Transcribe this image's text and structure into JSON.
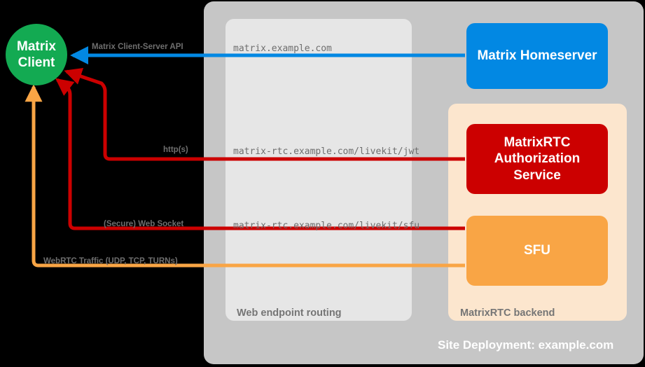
{
  "diagram": {
    "background_color": "#000000",
    "title_bar": {
      "deployment_label": "Site Deployment: example.com"
    },
    "panels": [
      {
        "name": "site-deployment",
        "label": "",
        "color": "#c6c6c6"
      },
      {
        "name": "web-endpoint-routing",
        "label": "Web endpoint routing",
        "color": "#e6e6e6"
      },
      {
        "name": "matrixrtc-backend",
        "label": "MatrixRTC backend",
        "color": "#fce6ce"
      }
    ],
    "nodes": [
      {
        "id": "matrix-client",
        "label": "Matrix\nClient",
        "line1": "Matrix",
        "line2": "Client",
        "shape": "circle",
        "color": "#13aa52"
      },
      {
        "id": "matrix-homeserver",
        "label": "Matrix Homeserver",
        "shape": "rect",
        "color": "#0288e3"
      },
      {
        "id": "matrixrtc-authorization-service",
        "label": "MatrixRTC\nAuthorization\nService",
        "line1": "MatrixRTC",
        "line2": "Authorization",
        "line3": "Service",
        "shape": "rect",
        "color": "#cc0000"
      },
      {
        "id": "sfu",
        "label": "SFU",
        "shape": "rect",
        "color": "#f9a545"
      }
    ],
    "edges": [
      {
        "id": "matrix-client-server-api",
        "protocol_label": "Matrix Client-Server API",
        "endpoint": "matrix.example.com",
        "color": "#0288e3",
        "from": "matrix-homeserver",
        "to": "matrix-client"
      },
      {
        "id": "livekit-jwt",
        "protocol_label": "http(s)",
        "endpoint": "matrix-rtc.example.com/livekit/jwt",
        "color": "#cc0000",
        "from": "matrix-client",
        "to": "matrixrtc-authorization-service"
      },
      {
        "id": "livekit-sfu",
        "protocol_label": "(Secure) Web Socket",
        "endpoint": "matrix-rtc.example.com/livekit/sfu",
        "color": "#cc0000",
        "from": "matrix-client",
        "to": "sfu"
      },
      {
        "id": "webrtc-traffic",
        "protocol_label": "WebRTC Traffic (UDP, TCP, TURNs)",
        "endpoint": "",
        "color": "#f9a545",
        "from": "matrix-client",
        "to": "sfu"
      }
    ]
  }
}
